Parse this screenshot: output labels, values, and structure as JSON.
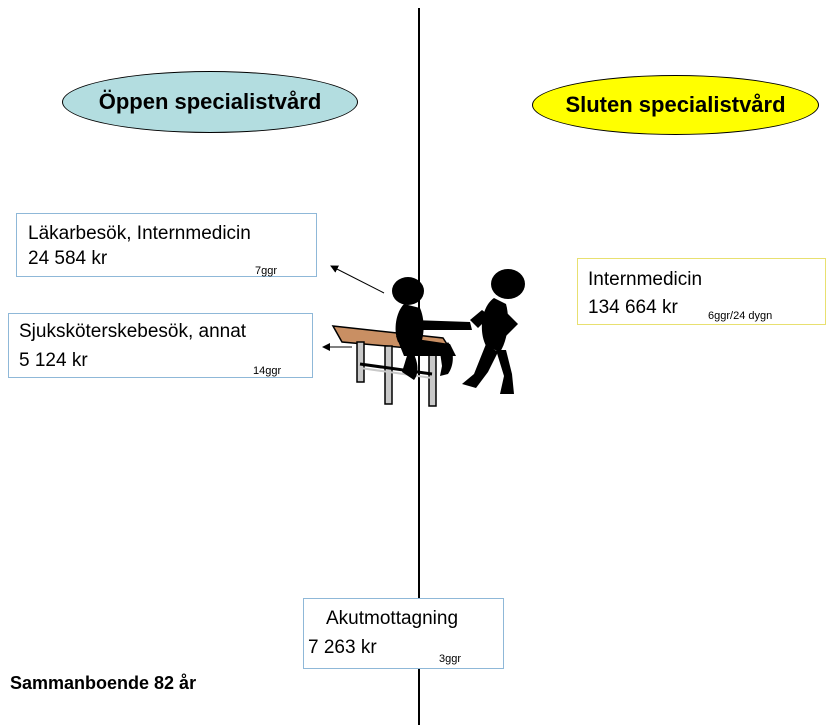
{
  "left_header": {
    "title": "Öppen specialistvård",
    "fill": "#b3dde0"
  },
  "right_header": {
    "title": "Sluten specialistvård",
    "fill": "#ffff00"
  },
  "boxes": [
    {
      "line1": "Läkarbesök, Internmedicin",
      "line2": "24 584 kr",
      "count": "7ggr"
    },
    {
      "line1": "Sjuksköterskebesök, annat",
      "line2": "5 124 kr",
      "count": "14ggr"
    },
    {
      "line1": "Internmedicin",
      "line2": "134 664 kr",
      "count": "6ggr/24 dygn"
    },
    {
      "line1": "Akutmottagning",
      "line2": "7 263 kr",
      "count": "3ggr"
    }
  ],
  "footer": "Sammanboende 82 år",
  "colors": {
    "box_border_blue": "#8fb8d8",
    "box_border_yellow": "#e8e070",
    "table_top": "#c98f63"
  },
  "illustration": "doctor-examining-patient-clipart"
}
